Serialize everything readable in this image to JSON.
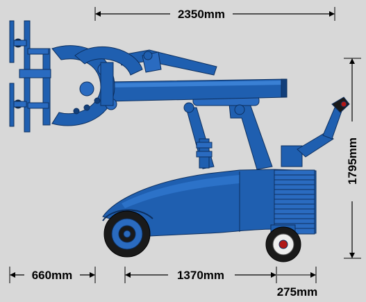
{
  "dimensions": {
    "overall_length": "2350mm",
    "overall_height": "1795mm",
    "front_overhang": "660mm",
    "wheelbase": "1370mm",
    "rear_overhang": "275mm"
  },
  "colors": {
    "background": "#d8d8d8",
    "machine_blue": "#1f5fb0",
    "machine_dark": "#123f7a",
    "wheel_black": "#1a1a1a",
    "line": "#000000"
  }
}
